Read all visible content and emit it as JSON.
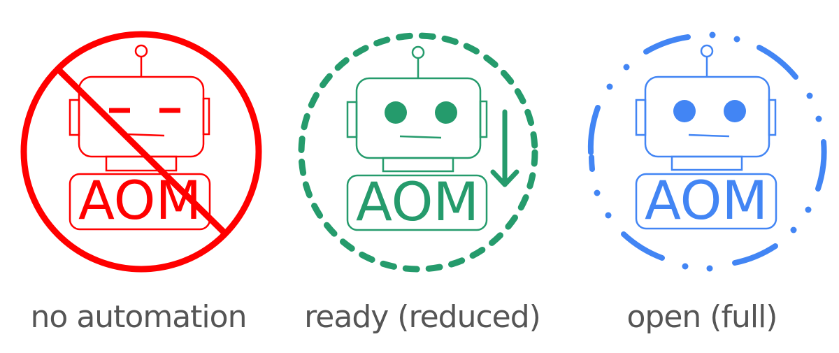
{
  "icons": [
    {
      "id": "no-automation",
      "label": "no automation",
      "badge_text": "AOM",
      "color": "#ff0000",
      "ring_style": "solid-with-slash",
      "eyes": "dashes",
      "indicator": "prohibited-slash"
    },
    {
      "id": "ready-reduced",
      "label": "ready (reduced)",
      "badge_text": "AOM",
      "color": "#259b6c",
      "ring_style": "dashed",
      "eyes": "dots",
      "indicator": "down-arrow"
    },
    {
      "id": "open-full",
      "label": "open (full)",
      "badge_text": "AOM",
      "color": "#4285f4",
      "ring_style": "dash-dot",
      "eyes": "dots",
      "indicator": "none"
    }
  ]
}
